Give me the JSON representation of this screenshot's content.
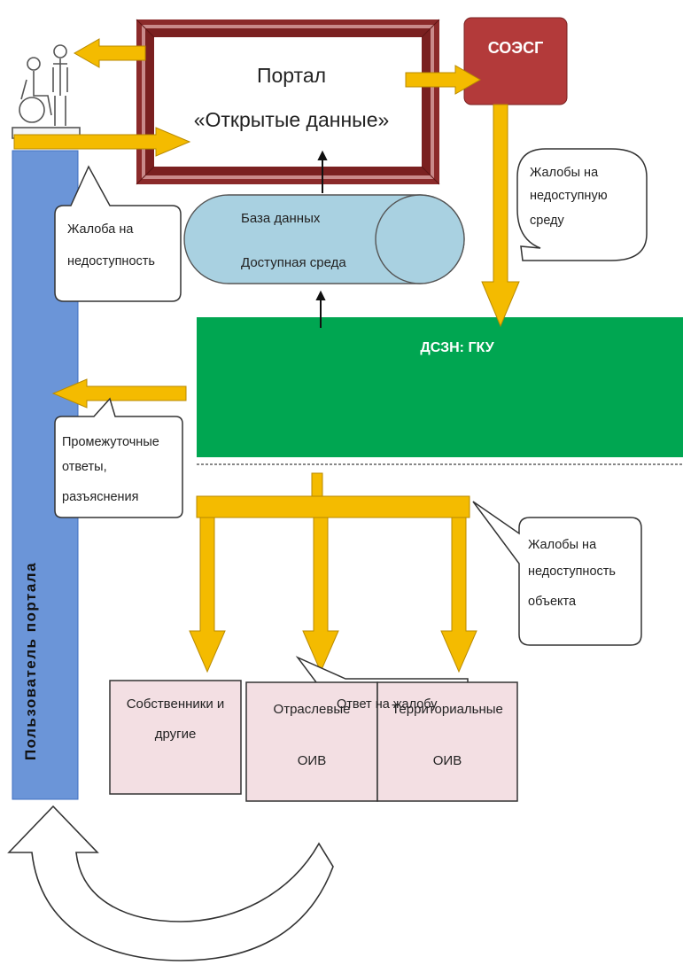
{
  "portal": {
    "line1": "Портал",
    "line2": "«Открытые данные»"
  },
  "soesg": {
    "label": "СОЭСГ"
  },
  "database": {
    "line1": "База   данных",
    "line2": "Доступная среда"
  },
  "dszn": {
    "label": "ДСЗН: ГКУ"
  },
  "user": {
    "label": "Пользователь   портала"
  },
  "callouts": {
    "complaint_inaccessibility": {
      "line1": "Жалоба на",
      "line2": "недоступность"
    },
    "complaints_environment": {
      "line1": "Жалобы на",
      "line2": "недоступную",
      "line3": "среду"
    },
    "intermediate_answers": {
      "line1": "Промежуточные",
      "line2": "ответы,",
      "line3": "разъяснения"
    },
    "complaints_object": {
      "line1": "Жалобы на",
      "line2": "недоступность",
      "line3": "объекта"
    },
    "answer": {
      "label": "Ответ на жалобу"
    }
  },
  "boxes": {
    "owners": {
      "line1": "Собственники и",
      "line2": "другие"
    },
    "sectoral": {
      "line1": "Отраслевые",
      "line2": "ОИВ"
    },
    "territorial": {
      "line1": "Территориальные",
      "line2": "ОИВ"
    }
  },
  "colors": {
    "arrow": "#f4bb00",
    "arrow_outline": "#b98a00",
    "portal_frame": "#8b2a2a",
    "soesg": "#b33a3a",
    "database": "#a9d1e1",
    "dszn": "#00a651",
    "user_bar": "#6b95d8",
    "box_fill": "#f3dfe3"
  }
}
